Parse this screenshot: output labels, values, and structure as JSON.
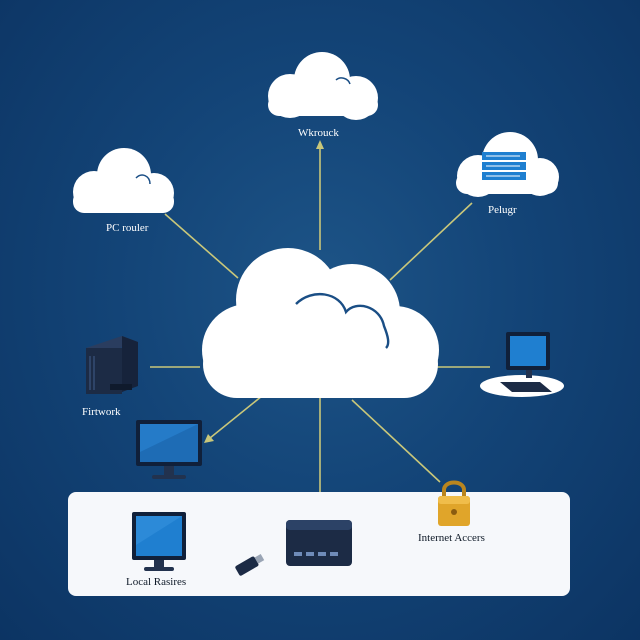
{
  "colors": {
    "background": "#134477",
    "cloud": "#ffffff",
    "connector": "#c9c77a",
    "panel": "#f6f8fb",
    "device_dark": "#1c2b45",
    "screen_blue": "#1f7fd0",
    "lock_gold": "#e0a52a"
  },
  "nodes": {
    "top_cloud": {
      "label": "Wkrouck",
      "icon": "cloud-icon"
    },
    "left_cloud": {
      "label": "PC rouler",
      "icon": "cloud-icon"
    },
    "right_storage": {
      "label": "Pelugr",
      "icon": "storage-cloud-icon"
    },
    "left_server": {
      "label": "Firtwork",
      "icon": "server-tower-icon"
    },
    "left_monitor": {
      "label": "",
      "icon": "monitor-icon"
    },
    "right_computer": {
      "label": "",
      "icon": "desktop-computer-icon"
    },
    "lock": {
      "label": "Internet Accers",
      "icon": "padlock-icon"
    },
    "local_devices": {
      "label": "Local Rasires",
      "icon": "monitor-icon"
    },
    "usb": {
      "label": "",
      "icon": "usb-stick-icon"
    },
    "router_box": {
      "label": "",
      "icon": "router-box-icon"
    },
    "center_cloud": {
      "label": "",
      "icon": "central-cloud-icon"
    }
  }
}
